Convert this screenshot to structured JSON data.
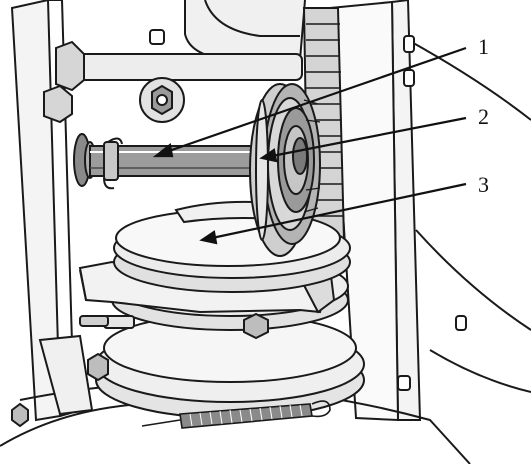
{
  "callouts": [
    {
      "number": "1",
      "target": "shaft"
    },
    {
      "number": "2",
      "target": "pulley"
    },
    {
      "number": "3",
      "target": "drive-pulley"
    }
  ],
  "colors": {
    "line": "#1a1a1a",
    "light_gray": "#e6e6e6",
    "mid_gray": "#b5b5b5",
    "dark_gray": "#6f6f6f",
    "background": "#ffffff"
  }
}
